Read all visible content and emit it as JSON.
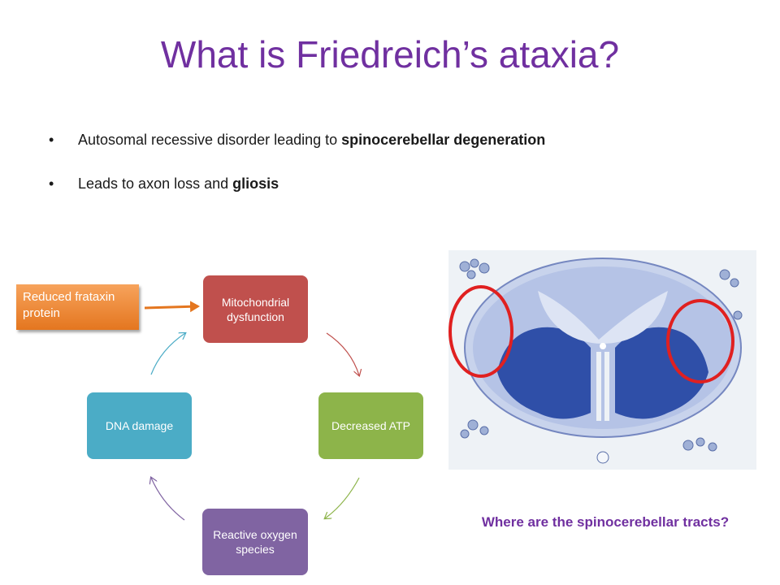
{
  "slide": {
    "title": "What is Friedreich’s ataxia?",
    "bullets": [
      {
        "pre": "Autosomal recessive disorder leading to ",
        "bold": "spinocerebellar degeneration"
      },
      {
        "pre": "Leads to axon loss and ",
        "bold": "gliosis"
      }
    ]
  },
  "cycle": {
    "nodes": [
      {
        "id": "mito",
        "label": "Mitochondrial dysfunction",
        "color": "#c0504d"
      },
      {
        "id": "atp",
        "label": "Decreased ATP",
        "color": "#8db44a"
      },
      {
        "id": "ros",
        "label": "Reactive oxygen species",
        "color": "#8064a2"
      },
      {
        "id": "dna",
        "label": "DNA damage",
        "color": "#4bacc6"
      }
    ],
    "input_box": {
      "label": "Reduced frataxin protein",
      "color": "#e4761f"
    }
  },
  "figure": {
    "question": "Where are the spinocerebellar tracts?",
    "highlight_color": "#e02020"
  },
  "colors": {
    "title": "#7030a0",
    "text": "#1a1a1a"
  }
}
